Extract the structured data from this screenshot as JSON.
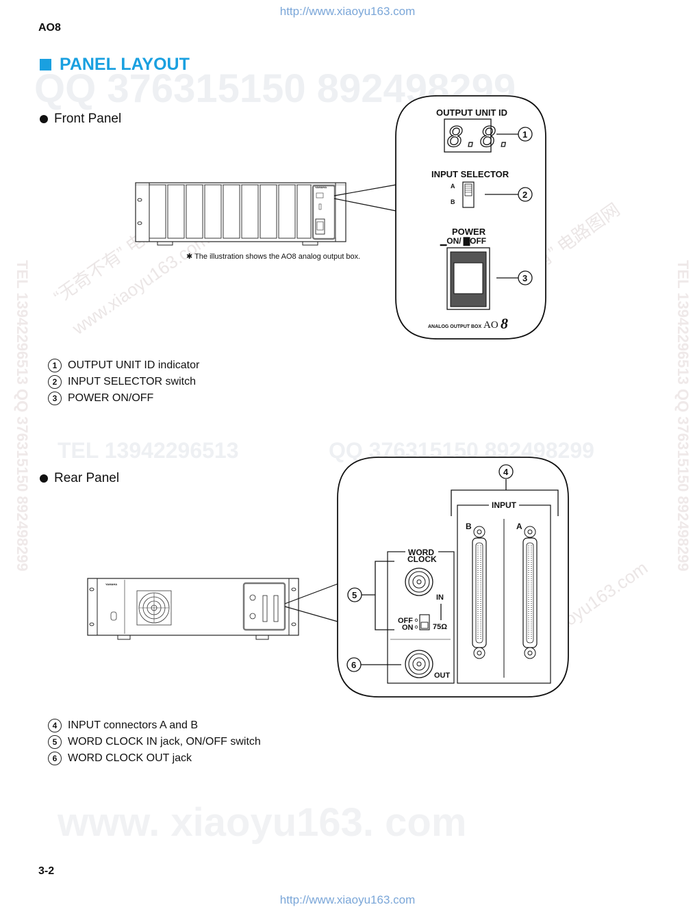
{
  "header": {
    "url_top": "http://www.xiaoyu163.com",
    "model": "AO8",
    "section_title": "PANEL LAYOUT"
  },
  "watermarks": {
    "qq_line": "QQ 376315150 892498299",
    "tel_line": "TEL 13942296513",
    "qq_line2": "QQ 376315150 892498299",
    "site_big": "www. xiaoyu163. com",
    "side_text": "TEL 13942296513 QQ 376315150 892498299",
    "diag_cn": "“无奇不有” 电路图网",
    "diag_site": "www.xiaoyu163.com"
  },
  "front_panel": {
    "heading": "Front Panel",
    "callout": {
      "output_unit_id": "OUTPUT UNIT ID",
      "display_value": "8.8.",
      "input_selector": "INPUT SELECTOR",
      "sel_a": "A",
      "sel_b": "B",
      "power": "POWER",
      "power_states": "▁ON/ ▇OFF",
      "brand": "ANALOG OUTPUT BOX",
      "model_logo": "AO",
      "model_num": "8",
      "markers": [
        "1",
        "2",
        "3"
      ]
    },
    "device": {
      "brand": "YAMAHA"
    },
    "note": "✱ The illustration shows the AO8 analog output box.",
    "items": [
      {
        "num": "1",
        "label": "OUTPUT UNIT ID indicator"
      },
      {
        "num": "2",
        "label": "INPUT SELECTOR switch"
      },
      {
        "num": "3",
        "label": "POWER ON/OFF"
      }
    ]
  },
  "rear_panel": {
    "heading": "Rear Panel",
    "callout": {
      "input": "INPUT",
      "conn_b": "B",
      "conn_a": "A",
      "word": "WORD",
      "clock": "CLOCK",
      "in": "IN",
      "off": "OFF",
      "on": "ON",
      "ohm": "75Ω",
      "out": "OUT",
      "markers": [
        "4",
        "5",
        "6"
      ]
    },
    "device": {
      "brand": "YAMAHA"
    },
    "items": [
      {
        "num": "4",
        "label": "INPUT connectors A and B"
      },
      {
        "num": "5",
        "label": "WORD CLOCK IN jack, ON/OFF switch"
      },
      {
        "num": "6",
        "label": "WORD CLOCK OUT jack"
      }
    ]
  },
  "footer": {
    "page_number": "3-2",
    "url_bottom": "http://www.xiaoyu163.com"
  }
}
